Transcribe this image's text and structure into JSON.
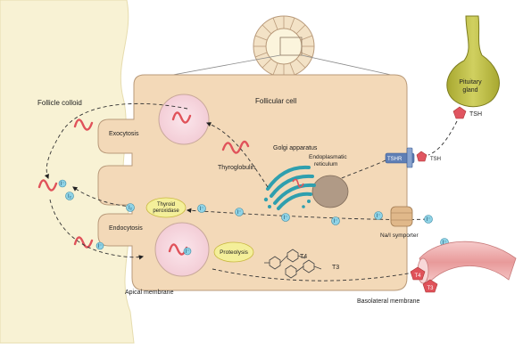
{
  "labels": {
    "follicle_colloid": "Follicle colloid",
    "follicular_cell": "Follicular cell",
    "exocytosis": "Exocytosis",
    "endocytosis": "Endocytosis",
    "thyroglobulin": "Thyroglobulin",
    "golgi": "Golgi apparatus",
    "er_line1": "Endoplasmatic",
    "er_line2": "reticulum",
    "pituitary_line1": "Pituitary",
    "pituitary_line2": "gland",
    "tsh": "TSH",
    "tsh_receptor_side": "TSH",
    "tshr": "TSHR",
    "peroxidase_line1": "Thyroid",
    "peroxidase_line2": "peroxidase",
    "symporter": "Na/I symporter",
    "proteolysis": "Proteolysis",
    "t4": "T4",
    "t3": "T3",
    "blood_t4": "T4",
    "blood_t3": "T3",
    "apical": "Apical membrane",
    "basolateral": "Basolateral membrane"
  },
  "ions": {
    "iodide": "I⁻",
    "iodine": "I₂"
  },
  "colors": {
    "colloid": "#f8f2d4",
    "cell": "#f3d9b8",
    "cell_stroke": "#b99a7a",
    "thyroglobulin": "#e0525a",
    "golgi": "#2f9fae",
    "er": "#b09a86",
    "pituitary": "#b8b83e",
    "tsh": "#e05560",
    "tshr": "#5f7fb5",
    "iodide": "#8fd3e6",
    "peroxidase": "#f4ef9a",
    "symporter": "#e0b88a",
    "hormone": "#e0525a",
    "vessel": "#f0b8b8"
  }
}
